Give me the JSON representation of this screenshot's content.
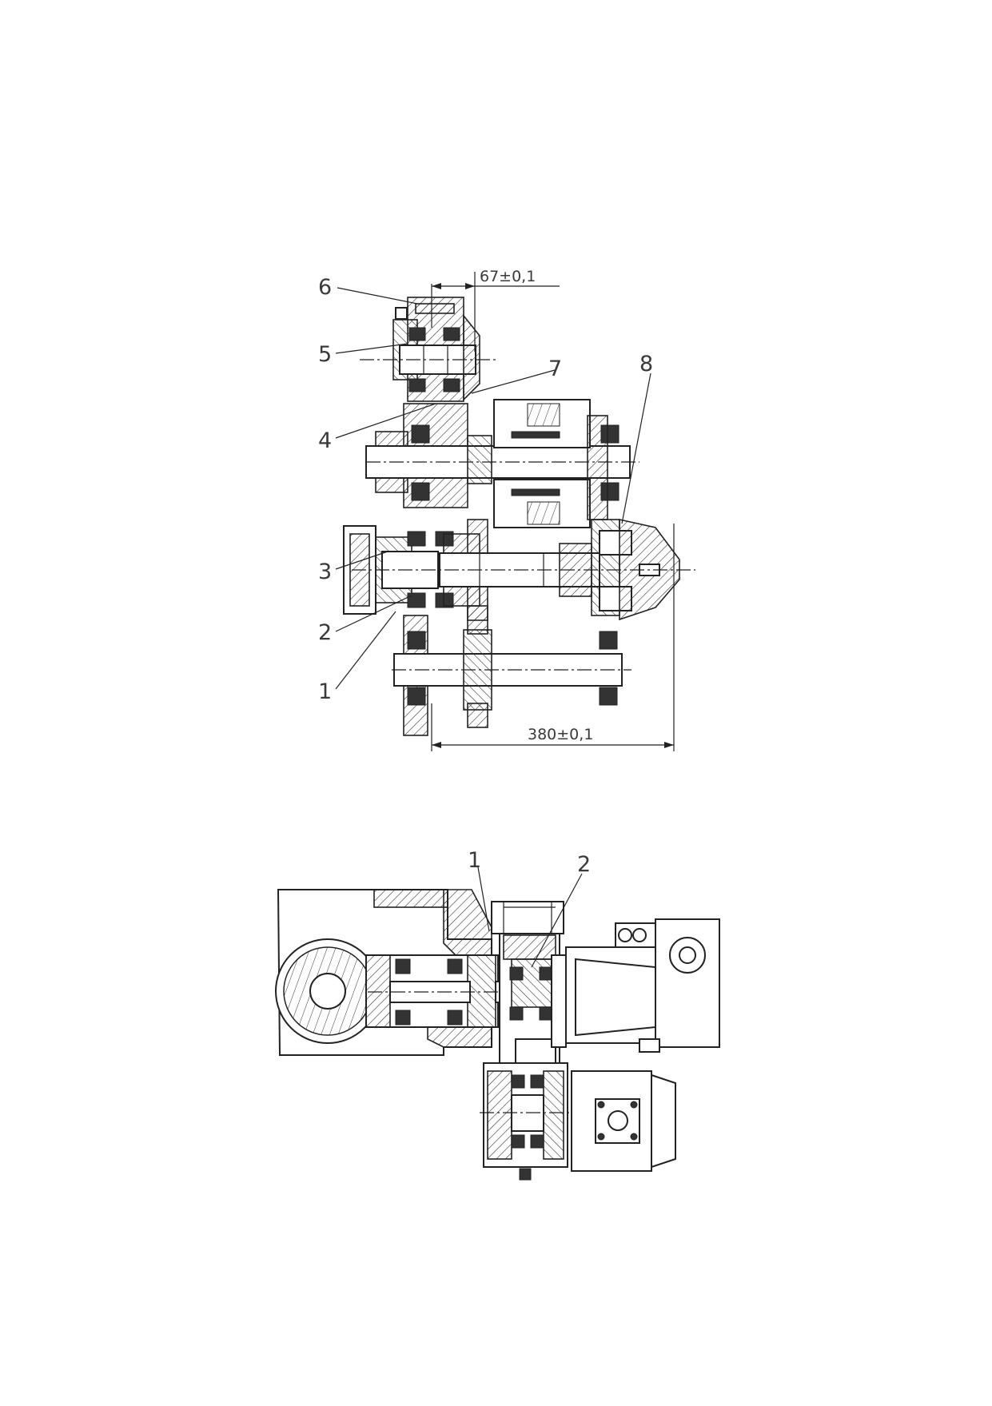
{
  "figure_top": {
    "callouts": [
      "6",
      "5",
      "7",
      "4",
      "8",
      "3",
      "2",
      "1"
    ],
    "dimensions": {
      "upper": "67±0,1",
      "lower": "380±0,1"
    }
  },
  "figure_bottom": {
    "callouts": [
      "1",
      "2"
    ]
  }
}
